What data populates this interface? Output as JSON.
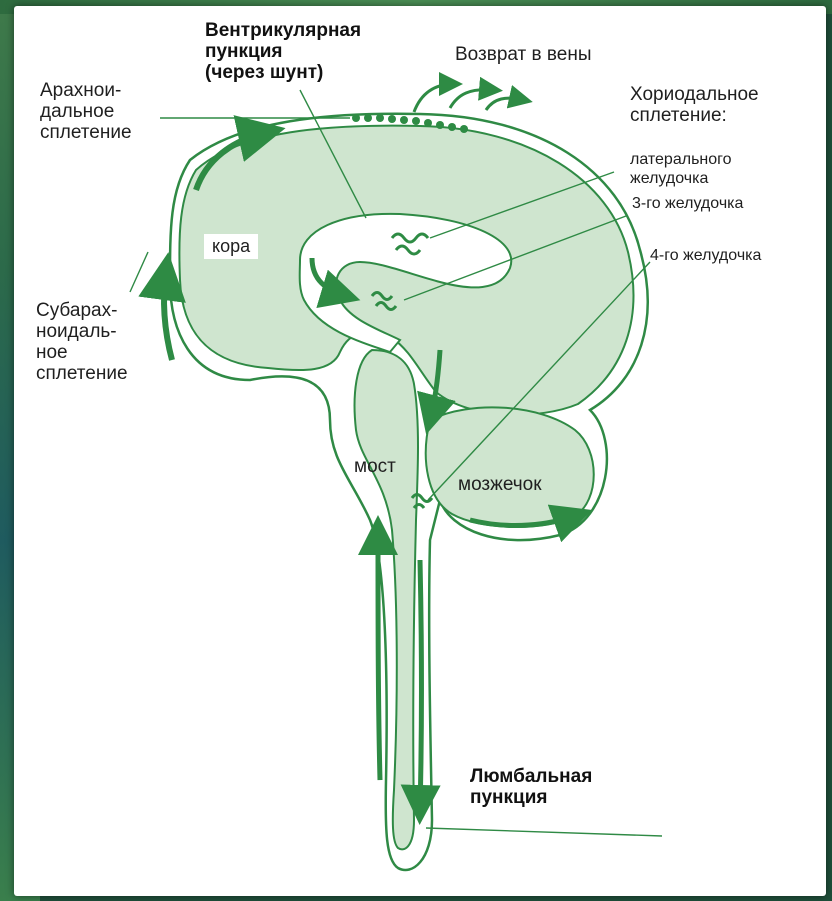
{
  "labels": {
    "ventricular_puncture": "Вентрикулярная\nпункция\n(через шунт)",
    "return_to_veins": "Возврат в вены",
    "arachnoid_plexus": "Арахнои-\nдальное\nсплетение",
    "choroid_plexus": "Хориодальное\nсплетение:",
    "lateral_ventricle": "латерального\nжелудочка",
    "third_ventricle": "3-го желудочка",
    "fourth_ventricle": "4-го желудочка",
    "cortex": "кора",
    "subarachnoid_plexus": "Субарах-\nноидаль-\nное\nсплетение",
    "pons": "мост",
    "cerebellum": "мозжечок",
    "lumbar_puncture": "Люмбальная\nпункция"
  },
  "colors": {
    "fill": "#cfe5cf",
    "stroke": "#2f8a45",
    "arrow": "#2e8b44",
    "leader": "#2f8a45"
  }
}
